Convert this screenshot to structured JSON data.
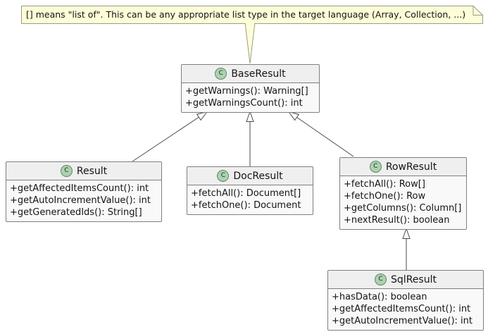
{
  "diagram_type": "uml-class-diagram",
  "note": {
    "text": "[] means \"list of\". This can be any appropriate list type in the target language (Array, Collection, ...)"
  },
  "class_icon_letter": "C",
  "classes": [
    {
      "name": "BaseResult",
      "methods": [
        "+getWarnings(): Warning[]",
        "+getWarningsCount(): int"
      ]
    },
    {
      "name": "Result",
      "methods": [
        "+getAffectedItemsCount(): int",
        "+getAutoIncrementValue(): int",
        "+getGeneratedIds(): String[]"
      ]
    },
    {
      "name": "DocResult",
      "methods": [
        "+fetchAll(): Document[]",
        "+fetchOne(): Document"
      ]
    },
    {
      "name": "RowResult",
      "methods": [
        "+fetchAll(): Row[]",
        "+fetchOne(): Row",
        "+getColumns(): Column[]",
        "+nextResult(): boolean"
      ]
    },
    {
      "name": "SqlResult",
      "methods": [
        "+hasData(): boolean",
        "+getAffectedItemsCount(): int",
        "+getAutoIncrementValue(): int"
      ]
    }
  ],
  "relationships": [
    {
      "from": "Result",
      "to": "BaseResult",
      "type": "generalization"
    },
    {
      "from": "DocResult",
      "to": "BaseResult",
      "type": "generalization"
    },
    {
      "from": "RowResult",
      "to": "BaseResult",
      "type": "generalization"
    },
    {
      "from": "SqlResult",
      "to": "RowResult",
      "type": "generalization"
    },
    {
      "from": "note",
      "to": "BaseResult",
      "type": "note-anchor"
    }
  ],
  "colors": {
    "background": "#FFFFFF",
    "note_fill": "#FDFDD8",
    "note_border": "#9C9C84",
    "box_border": "#7F7F7F",
    "header_fill": "#EFEFEF",
    "body_fill": "#F9F9F9",
    "circle_fill": "#ADD1B2",
    "circle_border": "#5E8C5E",
    "line_color": "#4A4A4A",
    "text_color": "#141414"
  }
}
